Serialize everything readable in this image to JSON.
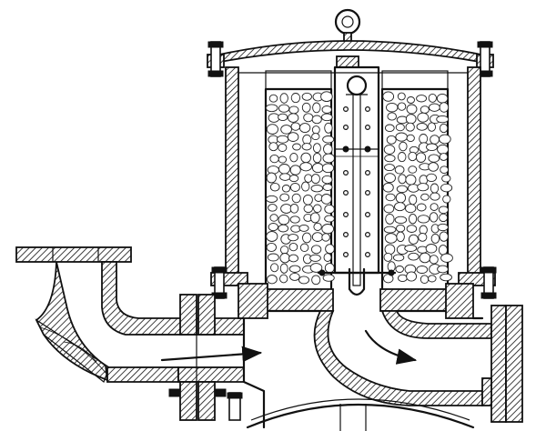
{
  "figure": {
    "subject": "filter-vessel-cross-section",
    "hatch_color": "#111111",
    "background": "#ffffff"
  },
  "parts": {
    "lifting_ring": "lifting-ring",
    "cover": "domed-cover",
    "vessel": "cylindrical-vessel",
    "filter_media": "granular-filter-bed",
    "center_tube": "perforated-center-tube",
    "inlet": "inlet-pipe",
    "outlet": "outlet-pipe",
    "base": "base-casting"
  },
  "flow": {
    "inlet_arrow": "flow-arrow-right",
    "outlet_arrow": "flow-arrow-curve-down"
  }
}
